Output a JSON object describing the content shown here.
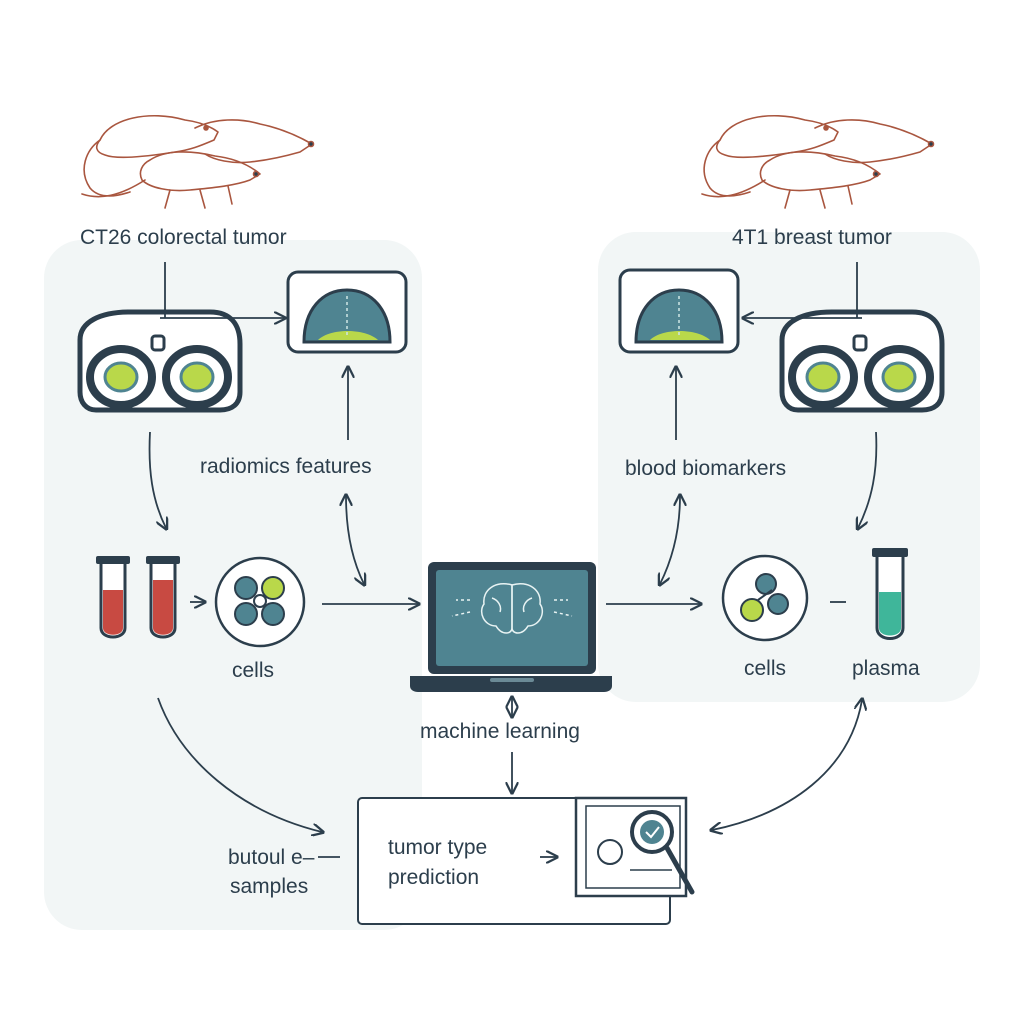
{
  "labels": {
    "left_title": "CT26 colorectal tumor",
    "right_title": "4T1 breast tumor",
    "radiomics": "radiomics features",
    "blood_biomarkers": "blood biomarkers",
    "cells_left": "cells",
    "cells_right": "cells",
    "plasma": "plasma",
    "machine_learning": "machine learning",
    "samples_line1": "butoul e–",
    "samples_line2": "samples",
    "prediction_line1": "tumor type",
    "prediction_line2": "prediction"
  },
  "colors": {
    "background": "#ffffff",
    "panel": "#f2f6f6",
    "ink": "#2c3e4c",
    "mouse_outline": "#a9563f",
    "blood": "#c84a42",
    "plasma": "#3fb69a",
    "screen": "#4f8491",
    "tumor_core": "#b9d84a"
  },
  "icons": [
    "mouse-icon",
    "ct-scanner-icon",
    "scan-monitor-icon",
    "blood-tube-icon",
    "cells-icon",
    "laptop-brain-icon",
    "report-magnifier-icon",
    "plasma-tube-icon"
  ]
}
